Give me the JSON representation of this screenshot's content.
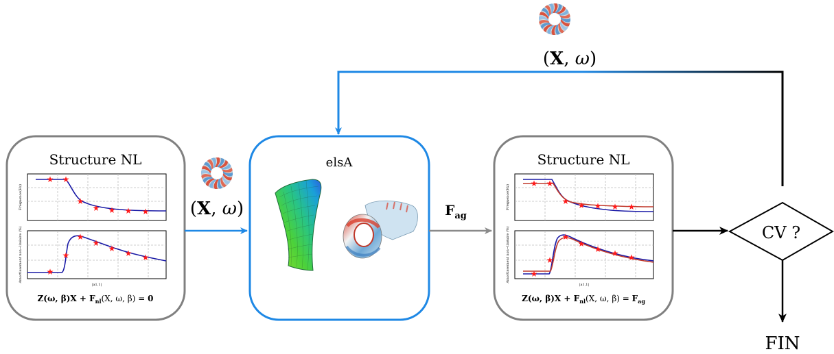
{
  "colors": {
    "blue_accent": "#1e88e5",
    "grey_box": "#808080",
    "grey_arrow": "#8a8a8a",
    "black": "#000000",
    "curve_blue": "#1a1aa6",
    "curve_red": "#c0392b",
    "star_red": "#ff1a1a"
  },
  "left_box": {
    "title": "Structure NL",
    "top_plot_ylabel": "Fréquence(Hz)",
    "bottom_plot_ylabel": "Amortissement non−linéaire (%)",
    "xlabel": "|a1,1|",
    "equation": {
      "part1": "Z(ω, β)X + ",
      "fnl": "F",
      "fnl_sub": "nl",
      "part2": "(X, ω, β) = ",
      "rhs": "0"
    }
  },
  "elsa_box": {
    "title": "elsA",
    "icons": [
      "blade-mesh-icon",
      "deformed-annulus-icon"
    ]
  },
  "right_box": {
    "title": "Structure NL",
    "top_plot_ylabel": "Fréquence(Hz)",
    "bottom_plot_ylabel": "Amortissement non−linéaire (%)",
    "xlabel": "|a1,1|",
    "equation": {
      "part1": "Z(ω, β)X + ",
      "fnl": "F",
      "fnl_sub": "nl",
      "part2": "(X, ω, β) = ",
      "rhs": "F",
      "rhs_sub": "ag"
    }
  },
  "labels": {
    "x_omega_left": "(X, ω)",
    "x_omega_top": "(X, ω)",
    "x_bold": "X",
    "omega": "ω",
    "f_ag_main": "F",
    "f_ag_sub": "ag",
    "cv_decision": "CV ?",
    "fin": "FIN"
  },
  "icons": [
    "turbine-wheel-icon",
    "turbine-wheel-icon"
  ]
}
